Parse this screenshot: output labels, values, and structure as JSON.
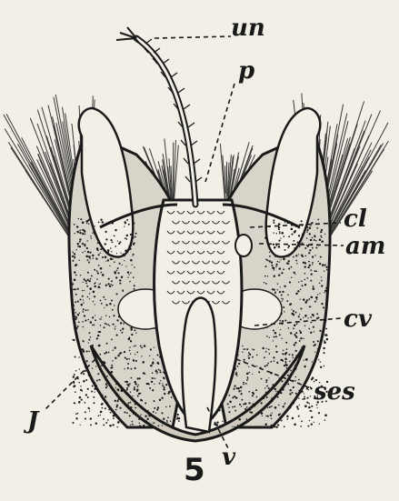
{
  "figure": {
    "number": "5",
    "labels": {
      "un": "un",
      "p": "p",
      "cl": "cl",
      "am": "am",
      "cv": "cv",
      "ses": "ses",
      "v": "v",
      "j": "J"
    }
  },
  "colors": {
    "ink": "#1a1a1a",
    "paper": "#f2efe6"
  }
}
